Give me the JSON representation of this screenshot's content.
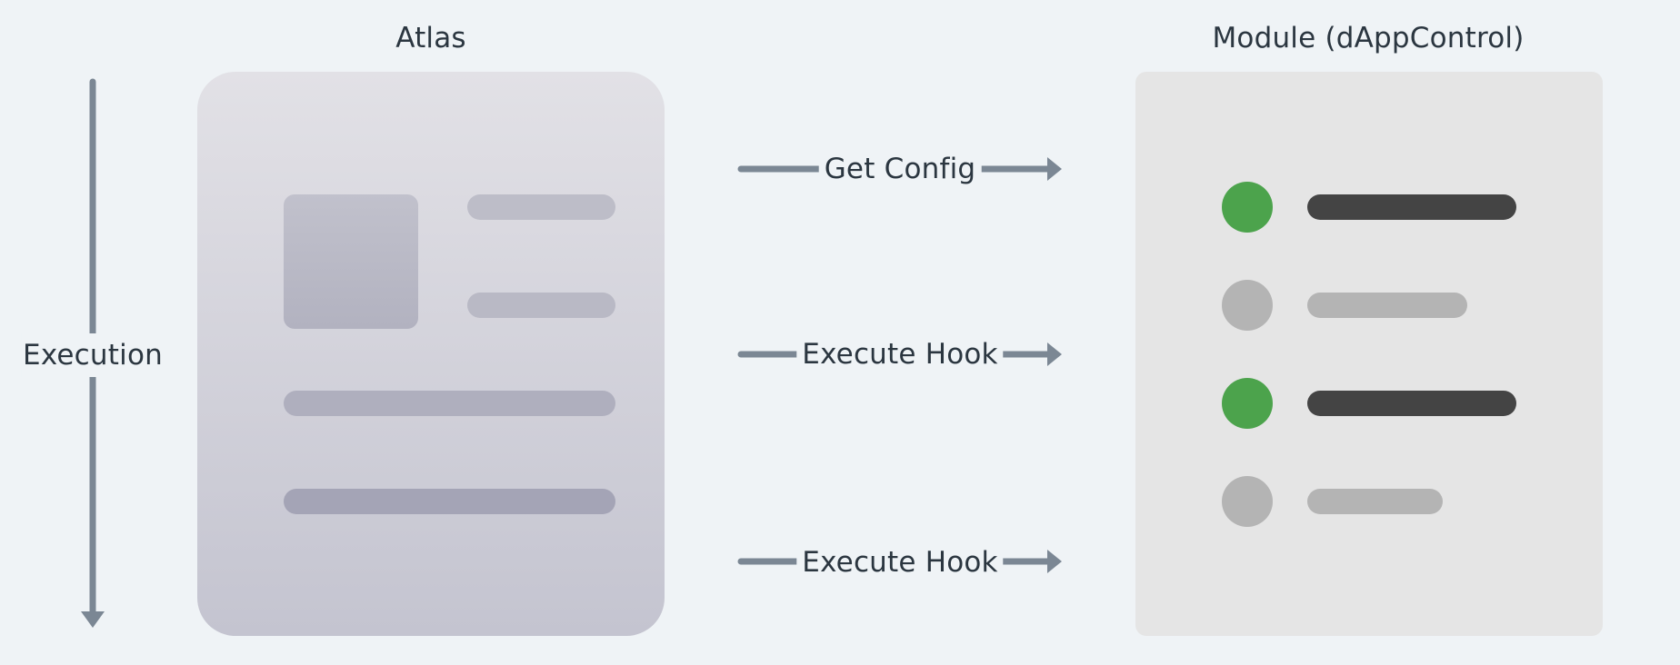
{
  "diagram": {
    "atlas_title": "Atlas",
    "module_title": "Module (dAppControl)",
    "execution_label": "Execution",
    "arrows": [
      {
        "label": "Get Config"
      },
      {
        "label": "Execute Hook"
      },
      {
        "label": "Execute Hook"
      }
    ],
    "module_items": [
      {
        "state": "active"
      },
      {
        "state": "inactive"
      },
      {
        "state": "active"
      },
      {
        "state": "inactive"
      }
    ]
  },
  "colors": {
    "background": "#eff3f6",
    "arrow": "#7b8794",
    "text": "#2b3640",
    "active_dot": "#4ca34c",
    "inactive_dot": "#b4b4b4",
    "active_bar": "#444444",
    "inactive_bar": "#b4b4b4",
    "atlas_card_top": "#e2e1e6",
    "atlas_card_bottom": "#c4c4d0",
    "module_card": "#e5e5e5"
  }
}
